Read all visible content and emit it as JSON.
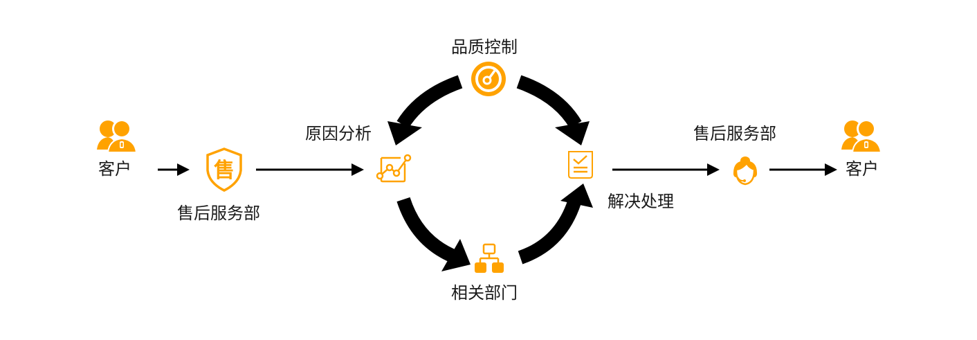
{
  "theme": {
    "accent": "#FFA200",
    "arrow": "#000000",
    "background": "#FFFFFF"
  },
  "nodes": {
    "customer_start": {
      "label": "客户",
      "icon": "customer-icon"
    },
    "after_sales_1": {
      "label": "售后服务部",
      "icon": "after-sales-shield-icon",
      "icon_char": "售"
    },
    "cause_analysis": {
      "label": "原因分析",
      "icon": "line-chart-icon"
    },
    "quality_control": {
      "label": "品质控制",
      "icon": "gauge-target-icon"
    },
    "resolution": {
      "label": "解决处理",
      "icon": "checklist-icon"
    },
    "related_depts": {
      "label": "相关部门",
      "icon": "org-chart-icon"
    },
    "after_sales_2": {
      "label": "售后服务部",
      "icon": "customer-service-headset-icon"
    },
    "customer_end": {
      "label": "客户",
      "icon": "customer-icon"
    }
  },
  "edges": [
    {
      "from": "customer_start",
      "to": "after_sales_1"
    },
    {
      "from": "after_sales_1",
      "to": "cause_analysis"
    },
    {
      "from": "quality_control",
      "to": "cause_analysis"
    },
    {
      "from": "quality_control",
      "to": "resolution"
    },
    {
      "from": "cause_analysis",
      "to": "related_depts"
    },
    {
      "from": "related_depts",
      "to": "resolution"
    },
    {
      "from": "resolution",
      "to": "after_sales_2"
    },
    {
      "from": "after_sales_2",
      "to": "customer_end"
    }
  ]
}
